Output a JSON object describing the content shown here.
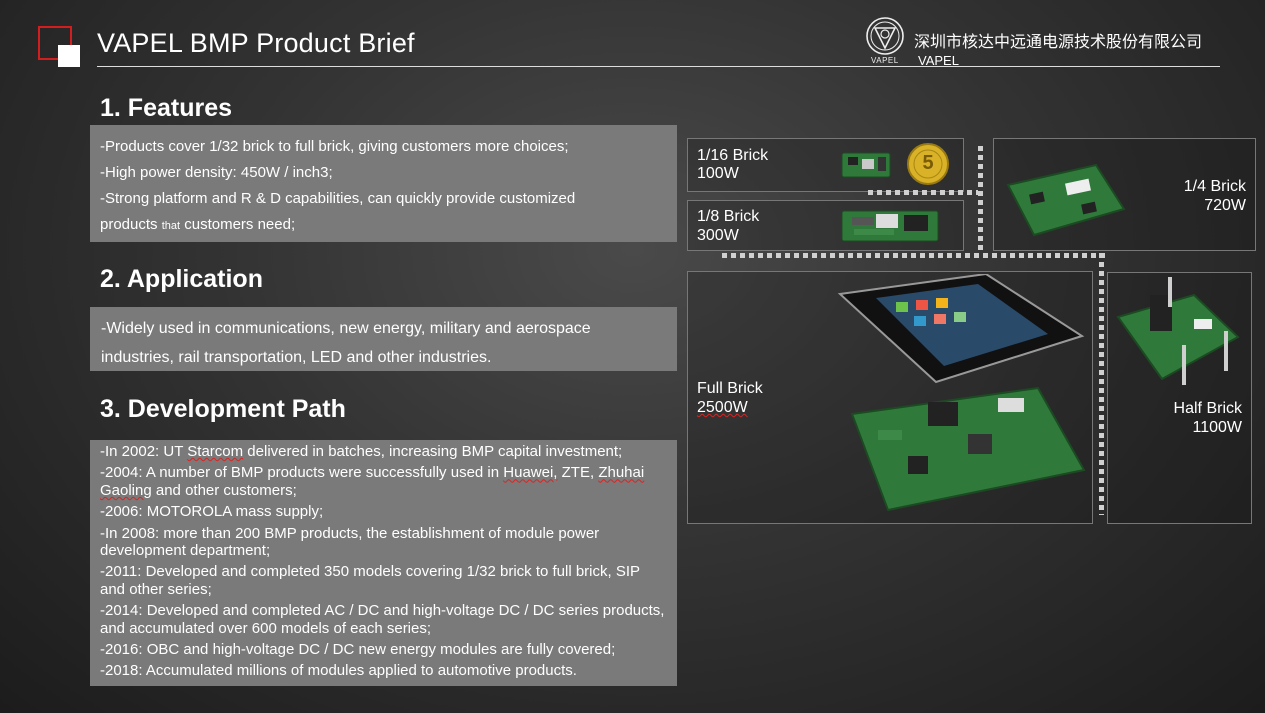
{
  "header": {
    "title": "VAPEL BMP Product Brief",
    "company_cn": "深圳市核达中远通电源技术股份有限公司",
    "company_en": "VAPEL",
    "emblem_text": "VAPEL"
  },
  "features": {
    "heading": "1. Features",
    "lines": [
      "-Products cover 1/32 brick to full brick, giving customers more choices;",
      "-High power density: 450W / inch3;",
      "-Strong platform and R & D capabilities, can quickly provide customized"
    ],
    "line4_a": "products ",
    "line4_small": "that",
    "line4_b": " customers need;"
  },
  "application": {
    "heading": "2. Application",
    "text": "-Widely used in communications, new energy, military and aerospace industries, rail transportation, LED and other industries."
  },
  "development": {
    "heading": "3. Development  Path",
    "l1_a": "-In 2002: UT ",
    "l1_u": "Starcom",
    "l1_b": " delivered in batches, increasing BMP capital investment;",
    "l2_a": "-2004: A number of BMP products were successfully used in ",
    "l2_u1": "Huawei,",
    "l2_b": " ZTE, ",
    "l2_u2": "Zhuhai Gaoling",
    "l2_c": " and other customers;",
    "l3": "-2006: MOTOROLA mass supply;",
    "l4": "-In 2008: more than 200 BMP products, the establishment of module power development department;",
    "l5": "-2011: Developed and completed 350 models covering 1/32 brick to full brick, SIP and other series;",
    "l6": "-2014: Developed and completed AC / DC and high-voltage DC / DC series products, and accumulated over 600 models of each series;",
    "l7": "-2016: OBC and high-voltage DC / DC new energy modules are fully covered;",
    "l8": "-2018: Accumulated millions of modules applied to automotive products."
  },
  "products": {
    "p16": {
      "name": "1/16 Brick",
      "power": "100W"
    },
    "p8": {
      "name": "1/8 Brick",
      "power": "300W"
    },
    "p4": {
      "name": "1/4 Brick",
      "power": "720W"
    },
    "full": {
      "name": "Full Brick",
      "power": "2500W"
    },
    "half": {
      "name": "Half Brick",
      "power": "1100W"
    },
    "coin_text": "5"
  },
  "colors": {
    "accent_red": "#d21e1e",
    "box_gray": "#7a7a7a",
    "pcb_green": "#2f7a3a"
  }
}
